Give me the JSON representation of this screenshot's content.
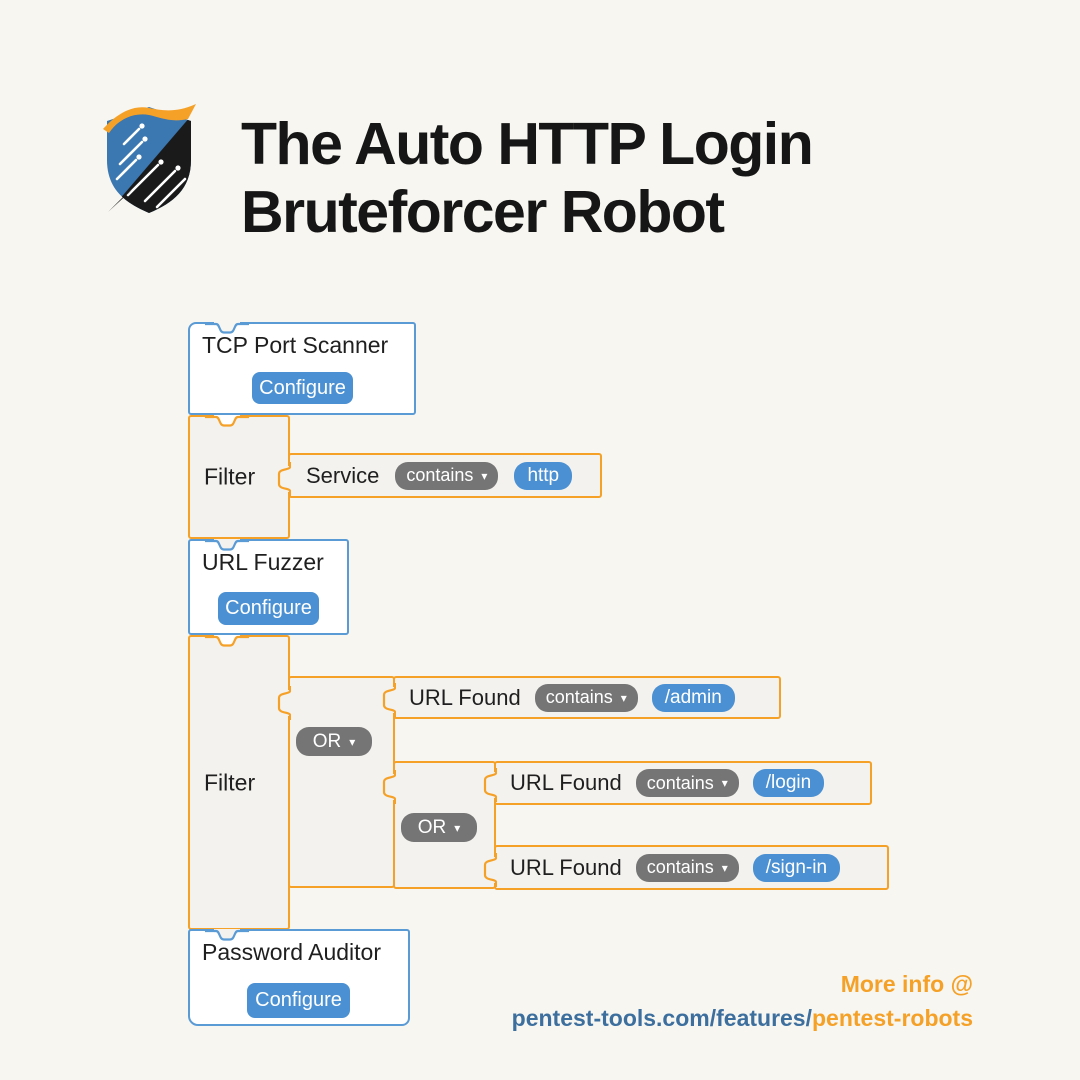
{
  "colors": {
    "page_bg": "#f7f6f1",
    "block_bg": "#f3f2ee",
    "blue": "#4a90d2",
    "blue_border": "#5b9bd5",
    "orange": "#f5a128",
    "gray_pill": "#757575",
    "text": "#1f1f1f",
    "title_text": "#161616",
    "footer_blue": "#3d6f9e",
    "footer_orange": "#f5a128",
    "logo_blue": "#3b77b0",
    "logo_black": "#1a1a1a"
  },
  "header": {
    "logo": "pentest-tools-shield-logo",
    "title_line1": "The Auto HTTP Login",
    "title_line2": "Bruteforcer Robot"
  },
  "icons": {
    "dropdown_caret": "▾"
  },
  "robot": {
    "tcp_scanner": {
      "label": "TCP Port Scanner",
      "button": "Configure"
    },
    "filter1": {
      "label": "Filter",
      "condition": {
        "field": "Service",
        "operator": "contains",
        "value": "http"
      }
    },
    "url_fuzzer": {
      "label": "URL Fuzzer",
      "button": "Configure"
    },
    "filter2": {
      "label": "Filter",
      "or1": {
        "operator": "OR"
      },
      "cond_admin": {
        "field": "URL Found",
        "operator": "contains",
        "value": "/admin"
      },
      "or2": {
        "operator": "OR"
      },
      "cond_login": {
        "field": "URL Found",
        "operator": "contains",
        "value": "/login"
      },
      "cond_signin": {
        "field": "URL Found",
        "operator": "contains",
        "value": "/sign-in"
      }
    },
    "password_auditor": {
      "label": "Password Auditor",
      "button": "Configure"
    }
  },
  "footer": {
    "more_info": "More info @",
    "url_prefix": "pentest-tools.com/features/",
    "url_highlight": "pentest-robots"
  }
}
